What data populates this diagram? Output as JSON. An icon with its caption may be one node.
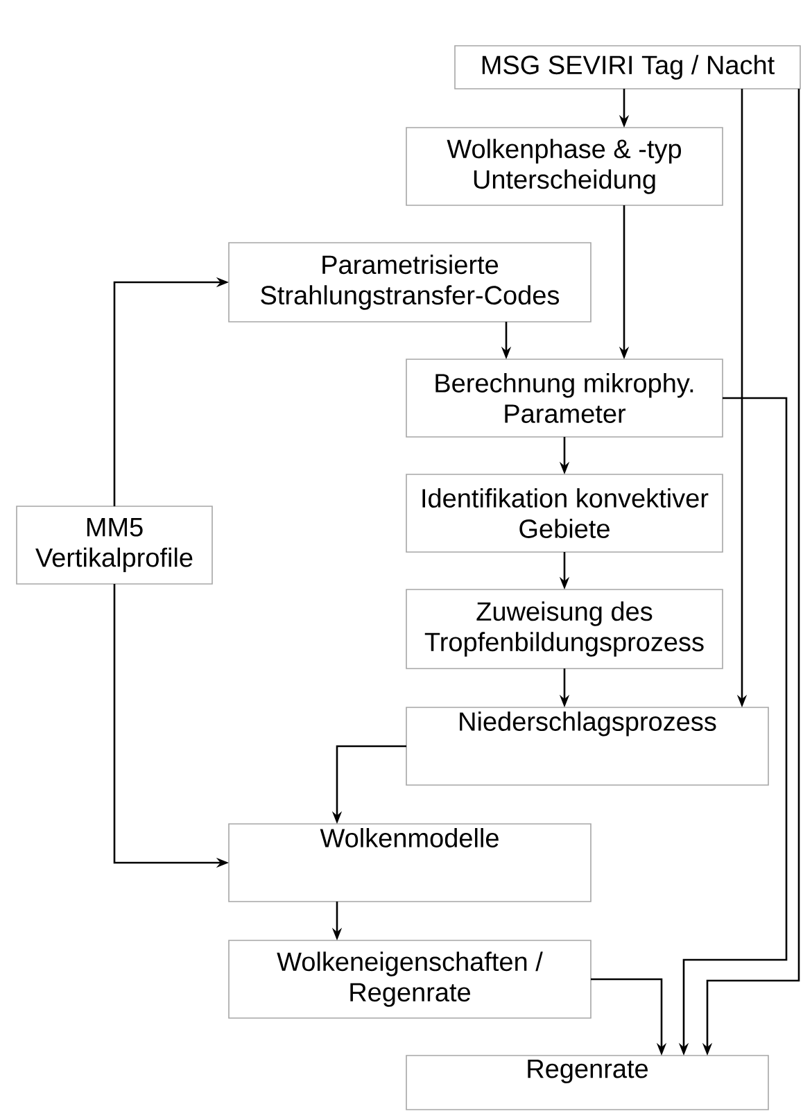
{
  "diagram": {
    "nodes": [
      {
        "text": [
          "MSG SEVIRI Tag / Nacht"
        ]
      },
      {
        "text": [
          "Wolkenphase & -typ Unterscheidung"
        ]
      },
      {
        "text": [
          "Parametrisierte Strahlungstransfer-Codes"
        ]
      },
      {
        "text": [
          "Berechnung mikrophy. Parameter"
        ]
      },
      {
        "text": [
          "Identifikation konvektiver Gebiete"
        ]
      },
      {
        "text": [
          "MM5 Vertikalprofile"
        ]
      },
      {
        "text": [
          "Zuweisung des Tropfenbildungsprozess"
        ]
      },
      {
        "text": [
          "Niederschlagsprozess"
        ]
      },
      {
        "text": [
          "Wolkenmodelle"
        ]
      },
      {
        "text": [
          "Wolkeneigenschaften / Regenrate"
        ]
      },
      {
        "text": [
          "Regenrate"
        ]
      }
    ],
    "edges": [
      {
        "from": 0,
        "to": 1,
        "arrow": "to"
      },
      {
        "from": 1,
        "to": 3,
        "arrow": "to"
      },
      {
        "from": 2,
        "to": 3,
        "arrow": "to"
      },
      {
        "from": 3,
        "to": 4,
        "arrow": "to"
      },
      {
        "from": 4,
        "to": 6,
        "arrow": "to"
      },
      {
        "from": 6,
        "to": 7,
        "arrow": "to"
      },
      {
        "from": 0,
        "to": 7,
        "arrow": "to"
      },
      {
        "from": 5,
        "to": 2,
        "arrow": "to"
      },
      {
        "from": 7,
        "to": 8,
        "arrow": "to"
      },
      {
        "from": 5,
        "to": 8,
        "arrow": "to"
      },
      {
        "from": 8,
        "to": 9,
        "arrow": "to"
      },
      {
        "from": 9,
        "to": 10,
        "arrow": "to"
      },
      {
        "from": 3,
        "to": 10,
        "arrow": "to"
      },
      {
        "from": 0,
        "to": 10,
        "arrow": "to"
      }
    ]
  }
}
